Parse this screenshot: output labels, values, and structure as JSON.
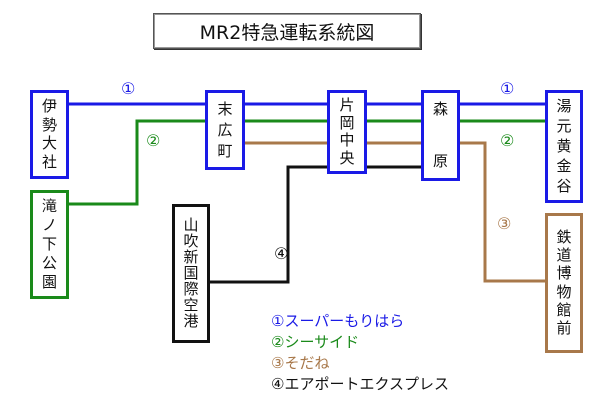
{
  "title": "MR2特急運転系統図",
  "colors": {
    "line1": "#1a1ae6",
    "line2": "#1a8a1a",
    "line3": "#a8784a",
    "line4": "#111111"
  },
  "stations": {
    "isetaisha": "伊勢大社",
    "takinoshita": "滝ノ下公園",
    "suehiro": "末広町",
    "kataoka": "片岡中央",
    "morihara": "森　原",
    "yumoto": "湯元黄金谷",
    "tetsudo": "鉄道博物館前",
    "airport": "山吹新国際空港"
  },
  "route_labels": {
    "r1a": "①",
    "r1b": "①",
    "r2a": "②",
    "r2b": "②",
    "r3": "③",
    "r4": "④"
  },
  "legend": [
    {
      "text": "①スーパーもりはら",
      "color": "#1a1ae6"
    },
    {
      "text": "②シーサイド",
      "color": "#1a8a1a"
    },
    {
      "text": "③そだね",
      "color": "#a8784a"
    },
    {
      "text": "④エアポートエクスプレス",
      "color": "#111111"
    }
  ]
}
